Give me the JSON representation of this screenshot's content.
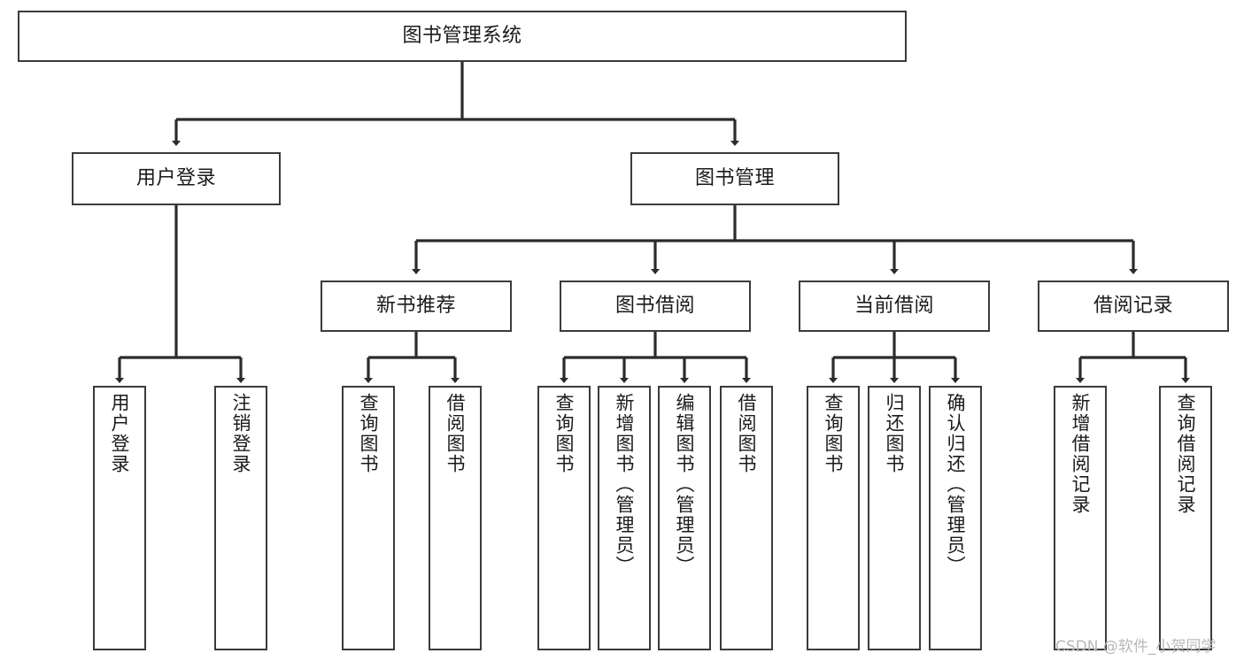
{
  "diagram": {
    "type": "tree",
    "title": "图书管理系统",
    "style": {
      "box_border_color": "#3b3b3b",
      "box_fill": "#ffffff",
      "line_color": "#2b2b2b",
      "text_color": "#1a1a1a",
      "background": "#ffffff"
    },
    "nodes": {
      "root": {
        "label": "图书管理系统"
      },
      "l2": [
        {
          "id": "user_login",
          "label": "用户登录"
        },
        {
          "id": "book_mgmt",
          "label": "图书管理"
        }
      ],
      "l3": [
        {
          "id": "new_book_rec",
          "label": "新书推荐"
        },
        {
          "id": "book_borrow",
          "label": "图书借阅"
        },
        {
          "id": "current_borrow",
          "label": "当前借阅"
        },
        {
          "id": "borrow_record",
          "label": "借阅记录"
        }
      ],
      "leaves": [
        {
          "id": "leaf_user_login",
          "parent": "user_login",
          "label": "用户登录"
        },
        {
          "id": "leaf_logout",
          "parent": "user_login",
          "label": "注销登录"
        },
        {
          "id": "leaf_query_book_1",
          "parent": "new_book_rec",
          "label": "查询图书"
        },
        {
          "id": "leaf_borrow_book_1",
          "parent": "new_book_rec",
          "label": "借阅图书"
        },
        {
          "id": "leaf_query_book_2",
          "parent": "book_borrow",
          "label": "查询图书"
        },
        {
          "id": "leaf_add_book",
          "parent": "book_borrow",
          "label": "新增图书（管理员）"
        },
        {
          "id": "leaf_edit_book",
          "parent": "book_borrow",
          "label": "编辑图书（管理员）"
        },
        {
          "id": "leaf_borrow_book_2",
          "parent": "book_borrow",
          "label": "借阅图书"
        },
        {
          "id": "leaf_query_book_3",
          "parent": "current_borrow",
          "label": "查询图书"
        },
        {
          "id": "leaf_return_book",
          "parent": "current_borrow",
          "label": "归还图书"
        },
        {
          "id": "leaf_confirm_return",
          "parent": "current_borrow",
          "label": "确认归还（管理员）"
        },
        {
          "id": "leaf_add_record",
          "parent": "borrow_record",
          "label": "新增借阅记录"
        },
        {
          "id": "leaf_query_record",
          "parent": "borrow_record",
          "label": "查询借阅记录"
        }
      ]
    }
  },
  "watermark": {
    "text": "CSDN @软件_小贺同学"
  }
}
